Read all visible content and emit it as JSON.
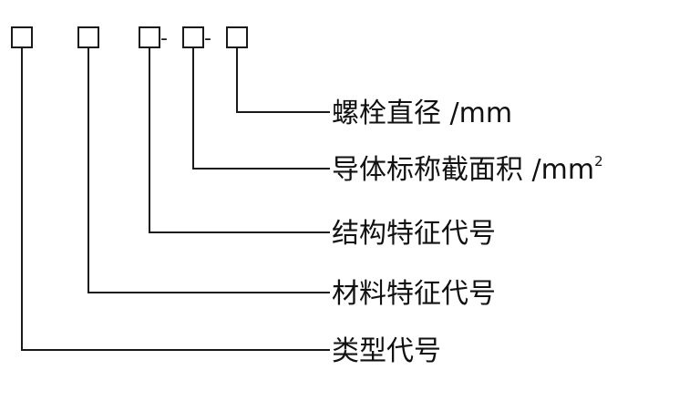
{
  "code": {
    "boxes": [
      "",
      "",
      "",
      "",
      ""
    ],
    "separators": [
      "-",
      "-"
    ]
  },
  "fields": [
    {
      "label": "螺栓直径 /mm",
      "superscript": ""
    },
    {
      "label": "导体标称截面积 /mm",
      "superscript": "2"
    },
    {
      "label": "结构特征代号",
      "superscript": ""
    },
    {
      "label": "材料特征代号",
      "superscript": ""
    },
    {
      "label": "类型代号",
      "superscript": ""
    }
  ],
  "colors": {
    "line": "#1a1a1a",
    "text": "#111111",
    "background": "#ffffff"
  }
}
